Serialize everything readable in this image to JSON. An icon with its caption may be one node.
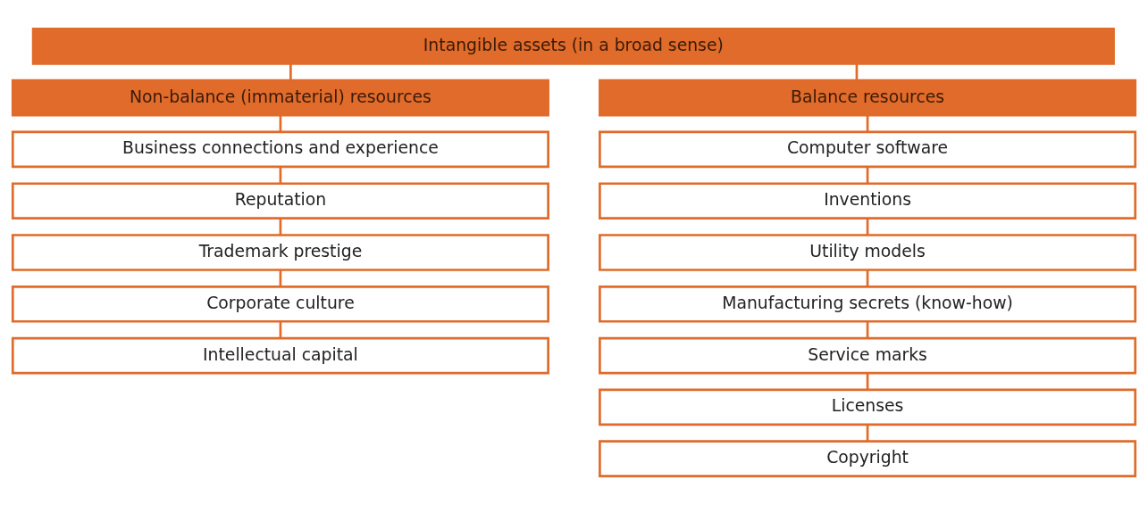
{
  "diagram": {
    "nodes": [
      {
        "text": [
          "Intangible assets (in a broad sense)"
        ]
      },
      {
        "text": [
          "Non-balance (immaterial) resources"
        ]
      },
      {
        "text": [
          "Business connections and experience"
        ]
      },
      {
        "text": [
          "Reputation"
        ]
      },
      {
        "text": [
          "Trademark prestige"
        ]
      },
      {
        "text": [
          "Corporate culture"
        ]
      },
      {
        "text": [
          "Intellectual capital"
        ]
      },
      {
        "text": [
          "Balance resources"
        ]
      },
      {
        "text": [
          "Computer software"
        ]
      },
      {
        "text": [
          "Inventions"
        ]
      },
      {
        "text": [
          "Utility models"
        ]
      },
      {
        "text": [
          "Manufacturing secrets (know-how)"
        ]
      },
      {
        "text": [
          "Service marks"
        ]
      },
      {
        "text": [
          "Licenses"
        ]
      },
      {
        "text": [
          "Copyright"
        ]
      }
    ],
    "edges": [
      {
        "from": 0,
        "to": 1,
        "arrow": "none"
      },
      {
        "from": 0,
        "to": 7,
        "arrow": "none"
      },
      {
        "from": 1,
        "to": 2,
        "arrow": "none"
      },
      {
        "from": 2,
        "to": 3,
        "arrow": "none"
      },
      {
        "from": 3,
        "to": 4,
        "arrow": "none"
      },
      {
        "from": 4,
        "to": 5,
        "arrow": "none"
      },
      {
        "from": 5,
        "to": 6,
        "arrow": "none"
      },
      {
        "from": 7,
        "to": 8,
        "arrow": "none"
      },
      {
        "from": 8,
        "to": 9,
        "arrow": "none"
      },
      {
        "from": 9,
        "to": 10,
        "arrow": "none"
      },
      {
        "from": 10,
        "to": 11,
        "arrow": "none"
      },
      {
        "from": 11,
        "to": 12,
        "arrow": "none"
      },
      {
        "from": 12,
        "to": 13,
        "arrow": "none"
      },
      {
        "from": 13,
        "to": 14,
        "arrow": "none"
      }
    ]
  }
}
